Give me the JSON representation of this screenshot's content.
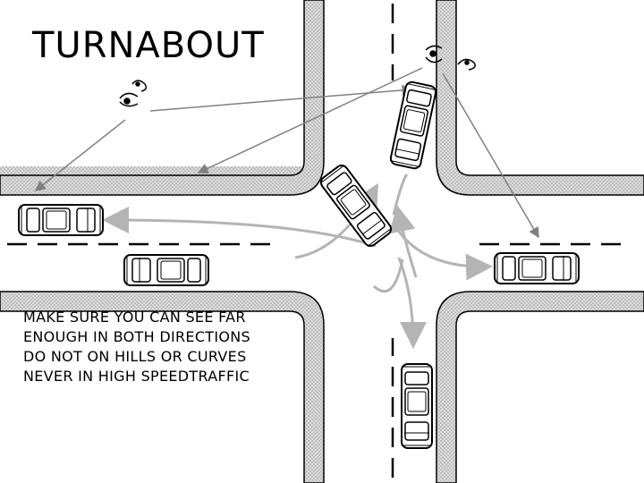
{
  "title": "TURNABOUT",
  "notes": [
    "MAKE SURE YOU CAN SEE FAR",
    "ENOUGH IN BOTH DIRECTIONS",
    "DO NOT ON HILLS OR CURVES",
    "NEVER IN HIGH SPEEDTRAFFIC"
  ],
  "icons": {
    "car": "car-icon",
    "driver_view": "eye-icon"
  },
  "colors": {
    "curb": "#c8c8c8",
    "path_arrow": "#b4b4b4",
    "sightline": "#808080",
    "ink": "#000000"
  }
}
